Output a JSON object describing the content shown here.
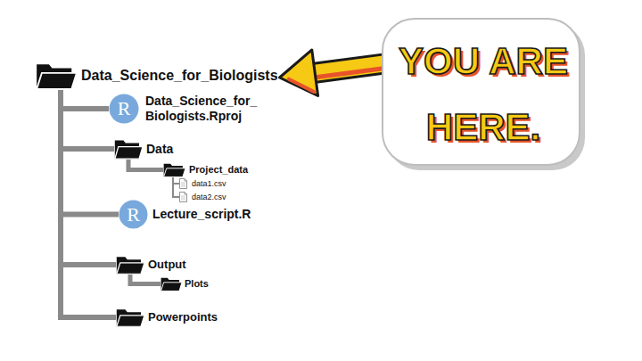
{
  "diagram": {
    "nodes": [
      {
        "text": [
          "Data_Science_for_Biologists"
        ]
      },
      {
        "text": [
          "Data_Science_for_ Biologists.Rproj"
        ]
      },
      {
        "text": [
          "Data"
        ]
      },
      {
        "text": [
          "Project_data"
        ]
      },
      {
        "text": [
          "data1.csv"
        ]
      },
      {
        "text": [
          "data2.csv"
        ]
      },
      {
        "text": [
          "Lecture_script.R"
        ]
      },
      {
        "text": [
          "Output"
        ]
      },
      {
        "text": [
          "Plots"
        ]
      },
      {
        "text": [
          "Powerpoints"
        ]
      },
      {
        "text": [
          "YOU ARE HERE."
        ]
      }
    ],
    "edges": [
      {
        "from": 0,
        "to": 1,
        "arrow": "none"
      },
      {
        "from": 0,
        "to": 2,
        "arrow": "none"
      },
      {
        "from": 2,
        "to": 3,
        "arrow": "none"
      },
      {
        "from": 3,
        "to": 4,
        "arrow": "none"
      },
      {
        "from": 3,
        "to": 5,
        "arrow": "none"
      },
      {
        "from": 0,
        "to": 6,
        "arrow": "none"
      },
      {
        "from": 0,
        "to": 7,
        "arrow": "none"
      },
      {
        "from": 7,
        "to": 8,
        "arrow": "none"
      },
      {
        "from": 0,
        "to": 9,
        "arrow": "none"
      },
      {
        "from": 10,
        "to": 0,
        "arrow": "to"
      }
    ],
    "labels": [
      "R",
      "R"
    ]
  }
}
